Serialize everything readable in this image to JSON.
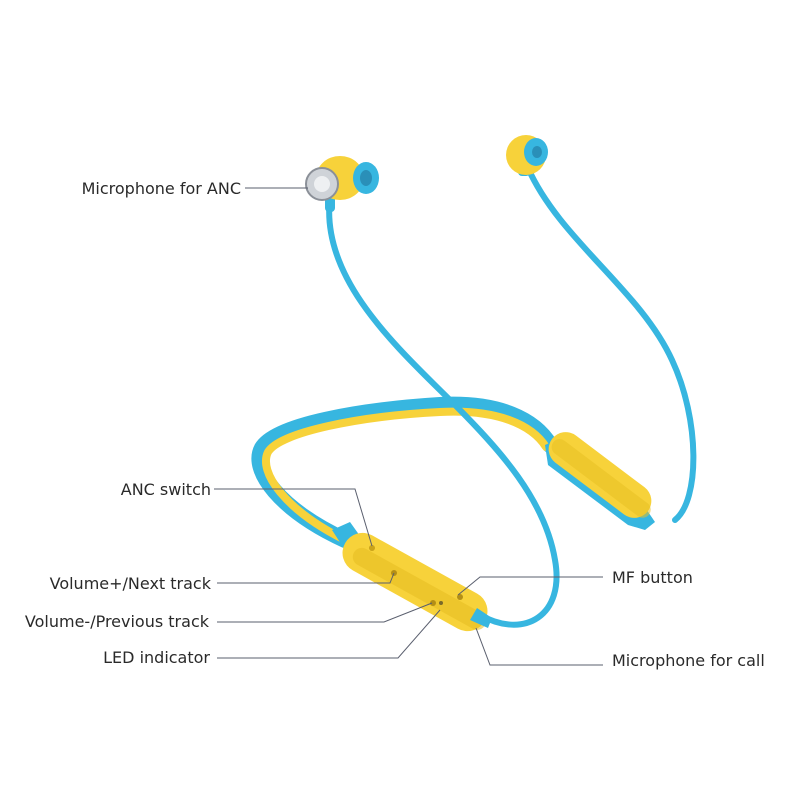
{
  "labels": {
    "mic_anc": "Microphone for ANC",
    "anc_switch": "ANC switch",
    "volume_up": "Volume+/Next track",
    "volume_down": "Volume-/Previous track",
    "led": "LED indicator",
    "mf_button": "MF button",
    "mic_call": "Microphone for call"
  },
  "colors": {
    "cable_blue": "#37b6e0",
    "body_yellow": "#f7d23a",
    "leader_line": "#5a5f6e",
    "text": "#2a2a2a"
  }
}
